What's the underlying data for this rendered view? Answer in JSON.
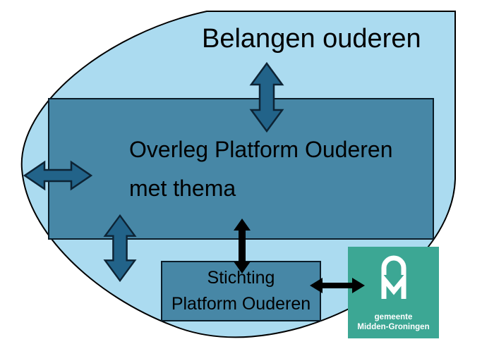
{
  "diagram": {
    "title": "Belangen ouderen",
    "main_box": {
      "line1": "Overleg Platform Ouderen",
      "line2": "met thema"
    },
    "sub_box": {
      "line1": "Stichting",
      "line2": "Platform Ouderen"
    },
    "logo": {
      "line1": "gemeente",
      "line2": "Midden-Groningen"
    },
    "arrows": [
      {
        "id": "belangen-overleg",
        "orientation": "vertical",
        "style": "blue",
        "bidirectional": true
      },
      {
        "id": "overleg-left-external",
        "orientation": "horizontal",
        "style": "blue",
        "bidirectional": true
      },
      {
        "id": "overleg-down-external",
        "orientation": "vertical",
        "style": "blue",
        "bidirectional": true
      },
      {
        "id": "overleg-stichting",
        "orientation": "vertical",
        "style": "black",
        "bidirectional": true
      },
      {
        "id": "stichting-gemeente",
        "orientation": "horizontal",
        "style": "black",
        "bidirectional": true
      }
    ],
    "colors": {
      "page_bg": "#FFFFFF",
      "blob_fill": "#ABDBF0",
      "blob_stroke": "#000000",
      "box_fill": "#4787A6",
      "box_stroke": "#0B1C28",
      "arrow_blue_fill": "#226389",
      "arrow_blue_stroke": "#0D2334",
      "arrow_black": "#000000",
      "logo_bg": "#3CA794",
      "logo_fg": "#FFFFFF",
      "text_color": "#000000"
    }
  }
}
